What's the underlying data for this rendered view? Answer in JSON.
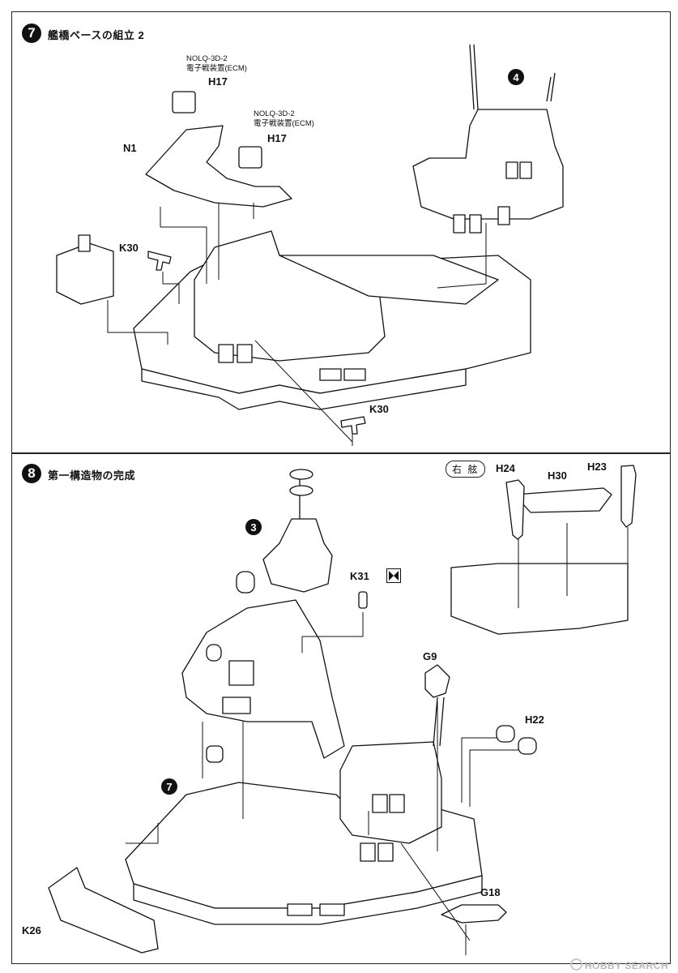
{
  "steps": [
    {
      "number": "7",
      "title": "艦橋ベースの組立 2"
    },
    {
      "number": "8",
      "title": "第一構造物の完成"
    }
  ],
  "step7": {
    "h17_note_1": "NOLQ-3D-2",
    "h17_note_2": "電子戦装置(ECM)",
    "h17": "H17",
    "n1": "N1",
    "k30": "K30",
    "ref_sub": "4"
  },
  "step8": {
    "k31": "K31",
    "ref_top": "3",
    "ref_base": "7",
    "side_view": "右 舷",
    "h24": "H24",
    "h30": "H30",
    "h23": "H23",
    "g9": "G9",
    "h22": "H22",
    "g18": "G18",
    "k26": "K26"
  },
  "watermark": "HOBBY SEARCH"
}
